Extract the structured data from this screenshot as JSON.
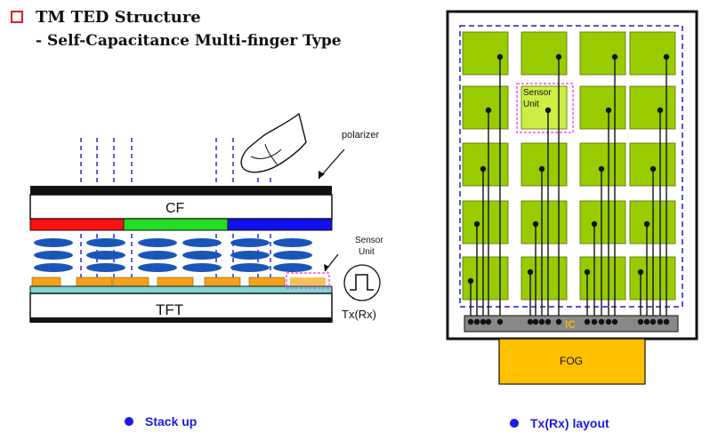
{
  "header": {
    "title": "TM TED Structure",
    "subtitle": "- Self-Capacitance Multi-finger Type"
  },
  "stack": {
    "polarizer_label": "polarizer",
    "cf_label": "CF",
    "tft_label": "TFT",
    "sensor_label_line1": "Sensor",
    "sensor_label_line2": "Unit",
    "txrx_label": "Tx(Rx)",
    "caption": "Stack up"
  },
  "layout_panel": {
    "sensor_label_line1": "Sensor",
    "sensor_label_line2": "Unit",
    "ic_label": "IC",
    "fog_label": "FOG",
    "caption": "Tx(Rx) layout"
  },
  "colors": {
    "title_bullet": "#e02020",
    "caption_bullet": "#1a1ae0",
    "caption_text": "#1a1ae0",
    "cf_red": "#ff1010",
    "cf_green": "#22dd22",
    "cf_blue": "#1010ee",
    "lc_molecule": "#1a55b8",
    "electrode_orange": "#f5a21a",
    "glass_cyan": "#7fd6d6",
    "sensor_pad_green": "#99cc00",
    "sensor_unit_fill": "#ccee44",
    "ic_gold": "#f0b400",
    "fog_fill": "#ffc000",
    "dashed_blue": "#1a1ae0",
    "dashed_pink": "#ff55cc"
  }
}
